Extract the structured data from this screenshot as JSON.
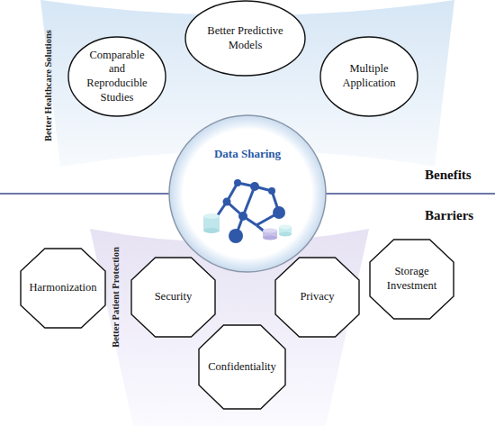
{
  "diagram": {
    "nodes": [
      {
        "text": [
          "Better Healthcare Solutions"
        ]
      },
      {
        "text": [
          "Comparable and Reproducible Studies"
        ],
        "in": 0
      },
      {
        "text": [
          "Better Predictive Models"
        ],
        "in": 0
      },
      {
        "text": [
          "Multiple Application"
        ],
        "in": 0
      },
      {
        "text": [
          "Data Sharing"
        ]
      },
      {
        "text": [
          "Harmonization"
        ]
      },
      {
        "text": [
          "Better Patient Protection"
        ]
      },
      {
        "text": [
          "Security"
        ],
        "in": 6
      },
      {
        "text": [
          "Privacy"
        ],
        "in": 6
      },
      {
        "text": [
          "Confidentiality"
        ],
        "in": 6
      },
      {
        "text": [
          "Storage Investment"
        ]
      }
    ],
    "labels": [
      "Benefits",
      "Barriers"
    ]
  }
}
